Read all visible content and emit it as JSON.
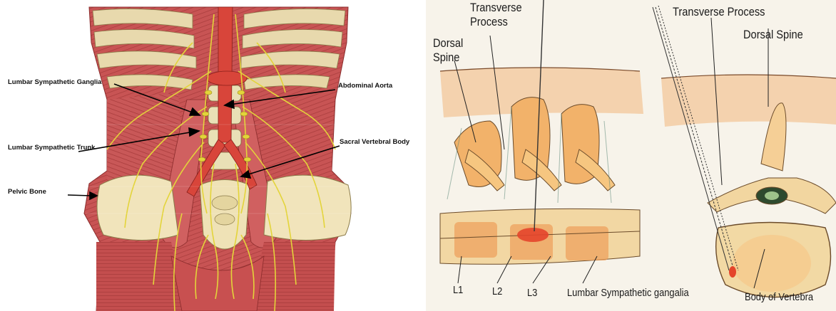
{
  "left_panel": {
    "labels": {
      "ganglia": "Lumbar Sympathetic Ganglia",
      "trunk": "Lumbar Sympathetic Trunk",
      "pelvic": "Pelvic Bone",
      "aorta": "Abdominal Aorta",
      "sacral": "Sacral Vertebral Body"
    }
  },
  "right_panel": {
    "labels": {
      "transverse_left_1": "Transverse",
      "transverse_left_2": "Process",
      "dorsal_left_1": "Dorsal",
      "dorsal_left_2": "Spine",
      "transverse_right": "Transverse Process",
      "dorsal_right": "Dorsal Spine",
      "l1": "L1",
      "l2": "L2",
      "l3": "L3",
      "ganglia": "Lumbar Sympathetic gangalia",
      "body": "Body of Vertebra"
    }
  },
  "colors": {
    "muscle": "#c65050",
    "muscle_dark": "#9e3434",
    "nerve": "#e3d43a",
    "bone": "#efe3b8",
    "aorta": "#d8453a",
    "paper": "#f7f3ea",
    "vertebra_orange": "#eca253"
  }
}
